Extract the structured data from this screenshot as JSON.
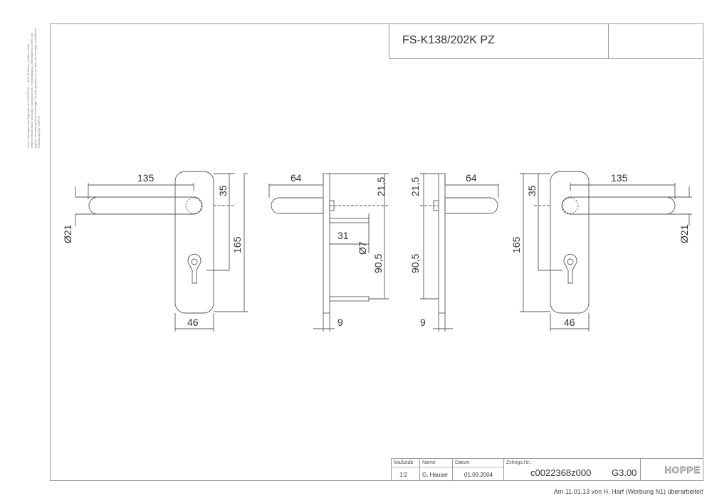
{
  "title": "FS-K138/202K PZ",
  "side_note": "Diese Unterlagen sind Eigentum der HOPPE AG. L-6912 St.Martin, urheber- sowie wettbewerbsrechtlich geschützt. Nachdruck bzw. Vervielfältigung, Weitergabe an Dritte und jegliche Verwertung dieser Unterlagen ist nicht gestattet, es sei denn mit vorheriger schriftlicher Zustimmung von HOPPE.",
  "dimensions": {
    "left_front": {
      "handle_length": "135",
      "diameter": "Ø21",
      "spindle_offset": "35",
      "plate_height": "165",
      "plate_width": "46"
    },
    "left_side": {
      "projection": "64",
      "top_offset": "21,5",
      "spindle_length": "31",
      "screw_diameter": "Ø7",
      "distance": "90,5",
      "thickness": "9"
    },
    "right_side": {
      "top_offset": "21,5",
      "projection": "64",
      "distance": "90,5",
      "thickness": "9"
    },
    "right_front": {
      "handle_length": "135",
      "spindle_offset": "35",
      "plate_height": "165",
      "diameter": "Ø21",
      "plate_width": "46"
    }
  },
  "title_block": {
    "scale_label": "Maßstab",
    "scale": "1:2",
    "name_label": "Name",
    "name": "G. Hauser",
    "date_label": "Datum",
    "date": "01.09.2004",
    "drawing_label": "Zchngs.Nr.:",
    "drawing_no": "c0022368z000",
    "revision": "G3.00",
    "logo": "HOPPE"
  },
  "footer_note": "Am 11.01.13 von H. Harf (Werbung N1) überarbeitet!",
  "colors": {
    "line": "#555555",
    "frame": "#9a9a9a",
    "text": "#333333"
  }
}
